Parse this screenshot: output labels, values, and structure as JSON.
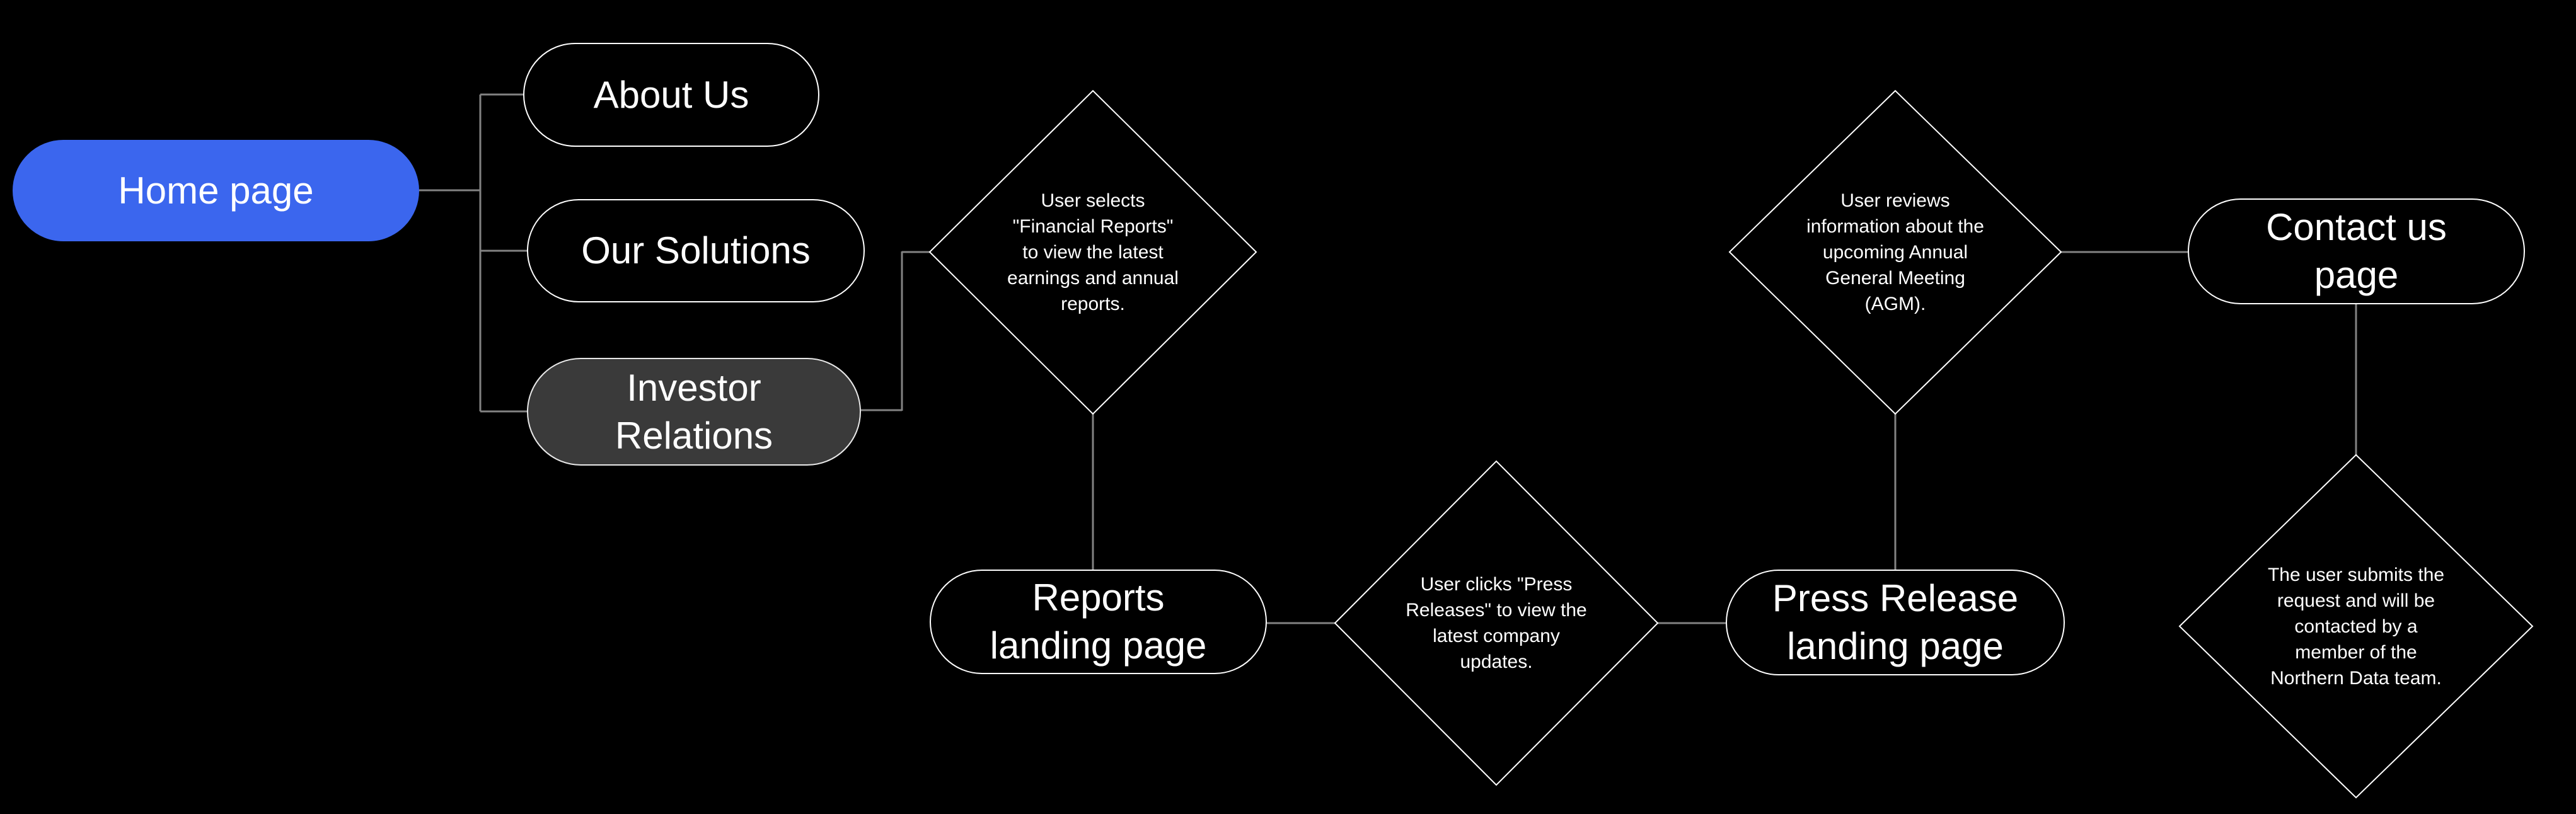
{
  "colors": {
    "background": "#000000",
    "accent_blue": "#3B66EE",
    "node_fill": "#000000",
    "node_border": "#FFFFFF",
    "highlight_fill": "#3A3A3A",
    "highlight_border": "#E8E8E8",
    "connector": "#828282",
    "text": "#FFFFFF"
  },
  "nodes": {
    "home": {
      "label": "Home page"
    },
    "about": {
      "label": "About Us"
    },
    "solutions": {
      "label": "Our Solutions"
    },
    "investor": {
      "label": "Investor\nRelations"
    },
    "reports": {
      "label": "Reports\nlanding page"
    },
    "press": {
      "label": "Press Release\nlanding page"
    },
    "contact": {
      "label": "Contact us\npage"
    }
  },
  "decisions": {
    "financial": {
      "text": "User selects\n\"Financial Reports\"\nto view the latest\nearnings and annual\nreports."
    },
    "press_clicks": {
      "text": "User clicks \"Press\nReleases\" to view the\nlatest company\nupdates."
    },
    "agm": {
      "text": "User reviews\ninformation about the\nupcoming Annual\nGeneral Meeting\n(AGM)."
    },
    "submit": {
      "text": "The user submits the\nrequest and will be\ncontacted by a\nmember of the\nNorthern Data team."
    }
  }
}
